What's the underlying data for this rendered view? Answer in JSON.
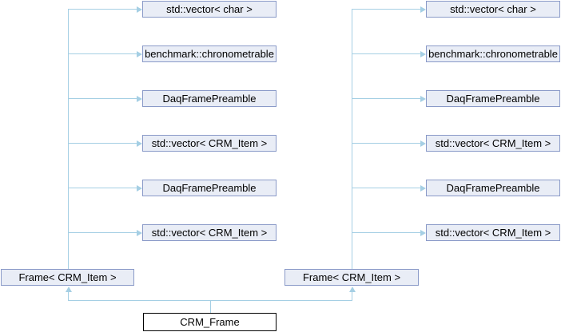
{
  "graph": {
    "type": "class-collaboration-graph",
    "root": {
      "label": "CRM_Frame"
    },
    "parents": {
      "left": {
        "label": "Frame< CRM_Item >"
      },
      "right": {
        "label": "Frame< CRM_Item >"
      }
    },
    "left_members": [
      "std::vector< char >",
      "benchmark::chronometrable",
      "DaqFramePreamble",
      "std::vector< CRM_Item >",
      "DaqFramePreamble",
      "std::vector< CRM_Item >"
    ],
    "right_members": [
      "std::vector< char >",
      "benchmark::chronometrable",
      "DaqFramePreamble",
      "std::vector< CRM_Item >",
      "DaqFramePreamble",
      "std::vector< CRM_Item >"
    ],
    "relations": [
      {
        "source": "Frame< CRM_Item > (left)",
        "arrow": "right",
        "targets": "all six left member boxes"
      },
      {
        "source": "Frame< CRM_Item > (right)",
        "arrow": "right",
        "targets": "all six right member boxes"
      },
      {
        "source": "CRM_Frame",
        "arrow": "up",
        "targets": "both Frame< CRM_Item > boxes"
      }
    ]
  },
  "colors": {
    "background": "#FFFFFF",
    "node_fill": "#E9EDF6",
    "node_border": "#8A9AC8",
    "edge": "#A5CFE4",
    "root_fill": "#FFFFFF",
    "root_border": "#000000",
    "text": "#000000"
  }
}
